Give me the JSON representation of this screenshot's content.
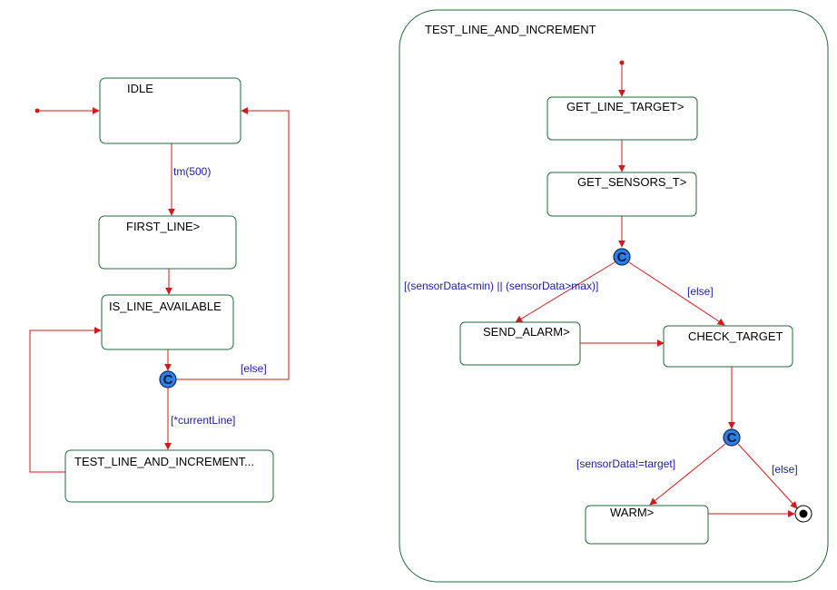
{
  "colors": {
    "state_border": "#1f6b3a",
    "transition": "#d11a1a",
    "edge_label": "#1a1ab4",
    "connector_fill": "#2f7fe0",
    "connector_stroke": "#0a2a6a"
  },
  "left": {
    "states": {
      "idle": "IDLE",
      "first_line": "FIRST_LINE>",
      "is_line_available": "IS_LINE_AVAILABLE",
      "test_line_and_increment": "TEST_LINE_AND_INCREMENT..."
    },
    "connector": "C",
    "labels": {
      "timeout": "tm(500)",
      "else": "[else]",
      "current_line": "[*currentLine]"
    }
  },
  "right": {
    "title": "TEST_LINE_AND_INCREMENT",
    "states": {
      "get_line_target": "GET_LINE_TARGET>",
      "get_sensors": "GET_SENSORS_T>",
      "send_alarm": "SEND_ALARM>",
      "check_target": "CHECK_TARGET",
      "warm": "WARM>"
    },
    "connectors": [
      "C",
      "C"
    ],
    "labels": {
      "range_guard": "[(sensorData<min) || (sensorData>max)]",
      "else_1": "[else]",
      "target_guard": "[sensorData!=target]",
      "else_2": "[else]"
    }
  }
}
